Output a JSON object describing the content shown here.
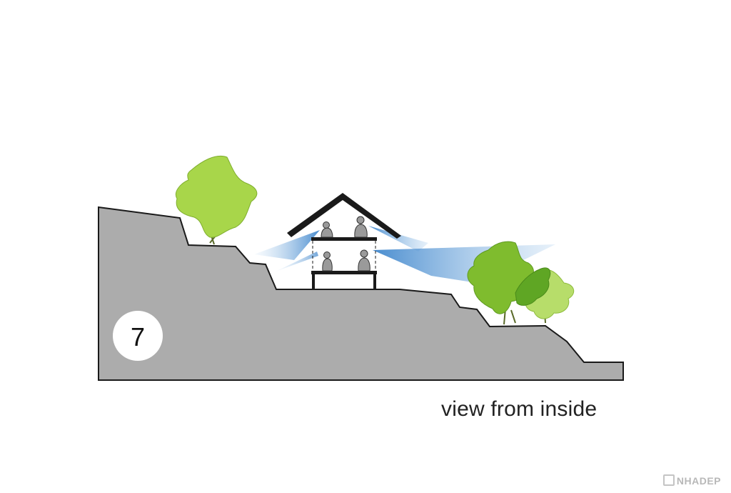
{
  "diagram": {
    "step_number": "7",
    "caption": "view from inside",
    "watermark": "NHADEP"
  },
  "colors": {
    "terrain_fill": "#acacac",
    "terrain_stroke": "#1a1a1a",
    "tree_light": "#a8d64a",
    "tree_mid": "#8cc63f",
    "tree_dark": "#6fae2a",
    "view_cone": "#4f91cf",
    "house": "#1a1a1a",
    "person": "#9a9a9a"
  }
}
